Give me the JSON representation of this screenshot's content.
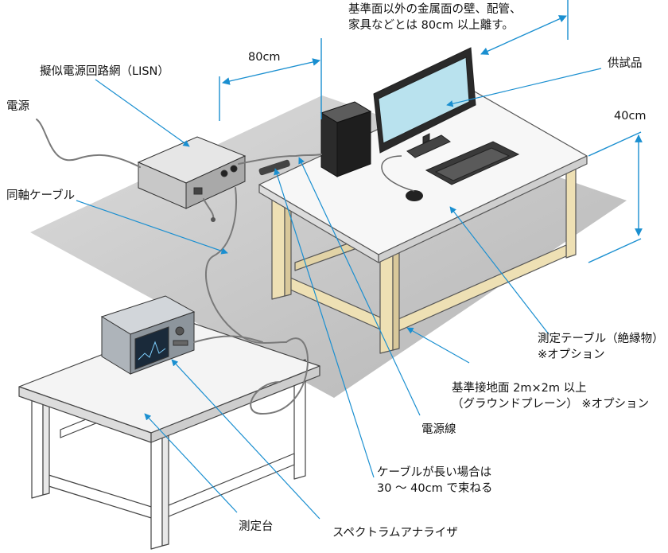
{
  "labels": {
    "metal_note_1": "基準面以外の金属面の壁、配管、",
    "metal_note_2": "家具などとは 80cm 以上離す。",
    "dist_80": "80cm",
    "lisn": "擬似電源回路網（LISN）",
    "eut": "供試品",
    "power": "電源",
    "dist_40": "40cm",
    "coax": "同軸ケーブル",
    "table_1": "測定テーブル（絶縁物）",
    "table_2": "※オプション",
    "ground_1": "基準接地面 2m×2m 以上",
    "ground_2": "（グラウンドプレーン）  ※オプション",
    "power_line": "電源線",
    "cable_1": "ケーブルが長い場合は",
    "cable_2": "30 ～ 40cm で束ねる",
    "stand": "測定台",
    "analyzer": "スペクトラムアナライザ"
  },
  "colors": {
    "leader": "#1a8fd0",
    "ground": "#c9c9c9",
    "wood": "#eee0b4",
    "wood_edge": "#555555",
    "screen": "#b9e2ee"
  }
}
